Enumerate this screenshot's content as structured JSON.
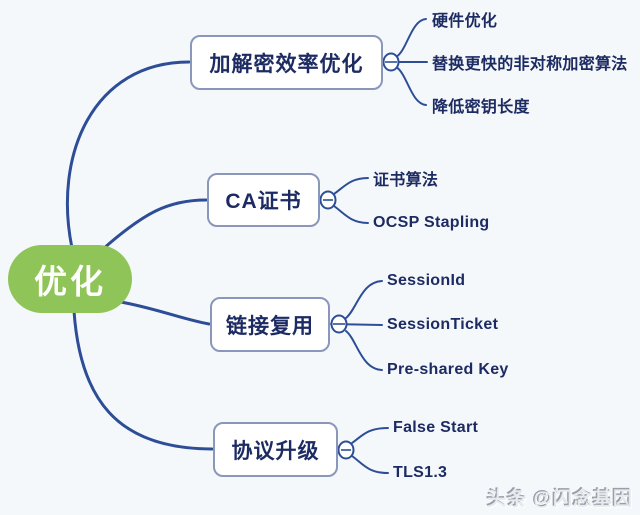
{
  "mindmap": {
    "root": {
      "label": "优化"
    },
    "branches": [
      {
        "label": "加解密效率优化",
        "collapse_icon": "minus",
        "children": [
          "硬件优化",
          "替换更快的非对称加密算法",
          "降低密钥长度"
        ]
      },
      {
        "label": "CA证书",
        "collapse_icon": "minus",
        "children": [
          "证书算法",
          "OCSP Stapling"
        ]
      },
      {
        "label": "链接复用",
        "collapse_icon": "minus",
        "children": [
          "SessionId",
          "SessionTicket",
          "Pre-shared Key"
        ]
      },
      {
        "label": "协议升级",
        "collapse_icon": "minus",
        "children": [
          "False Start",
          "TLS1.3"
        ]
      }
    ]
  },
  "watermark": {
    "text": "头条 @闪念基因"
  },
  "colors": {
    "bg": "#f5f8fb",
    "line": "#2d4e97",
    "node_text": "#1d2b63",
    "node_border": "#8a96ba",
    "node_fill": "#ffffff",
    "root_fill": "#8fc558",
    "root_text": "#ffffff"
  }
}
